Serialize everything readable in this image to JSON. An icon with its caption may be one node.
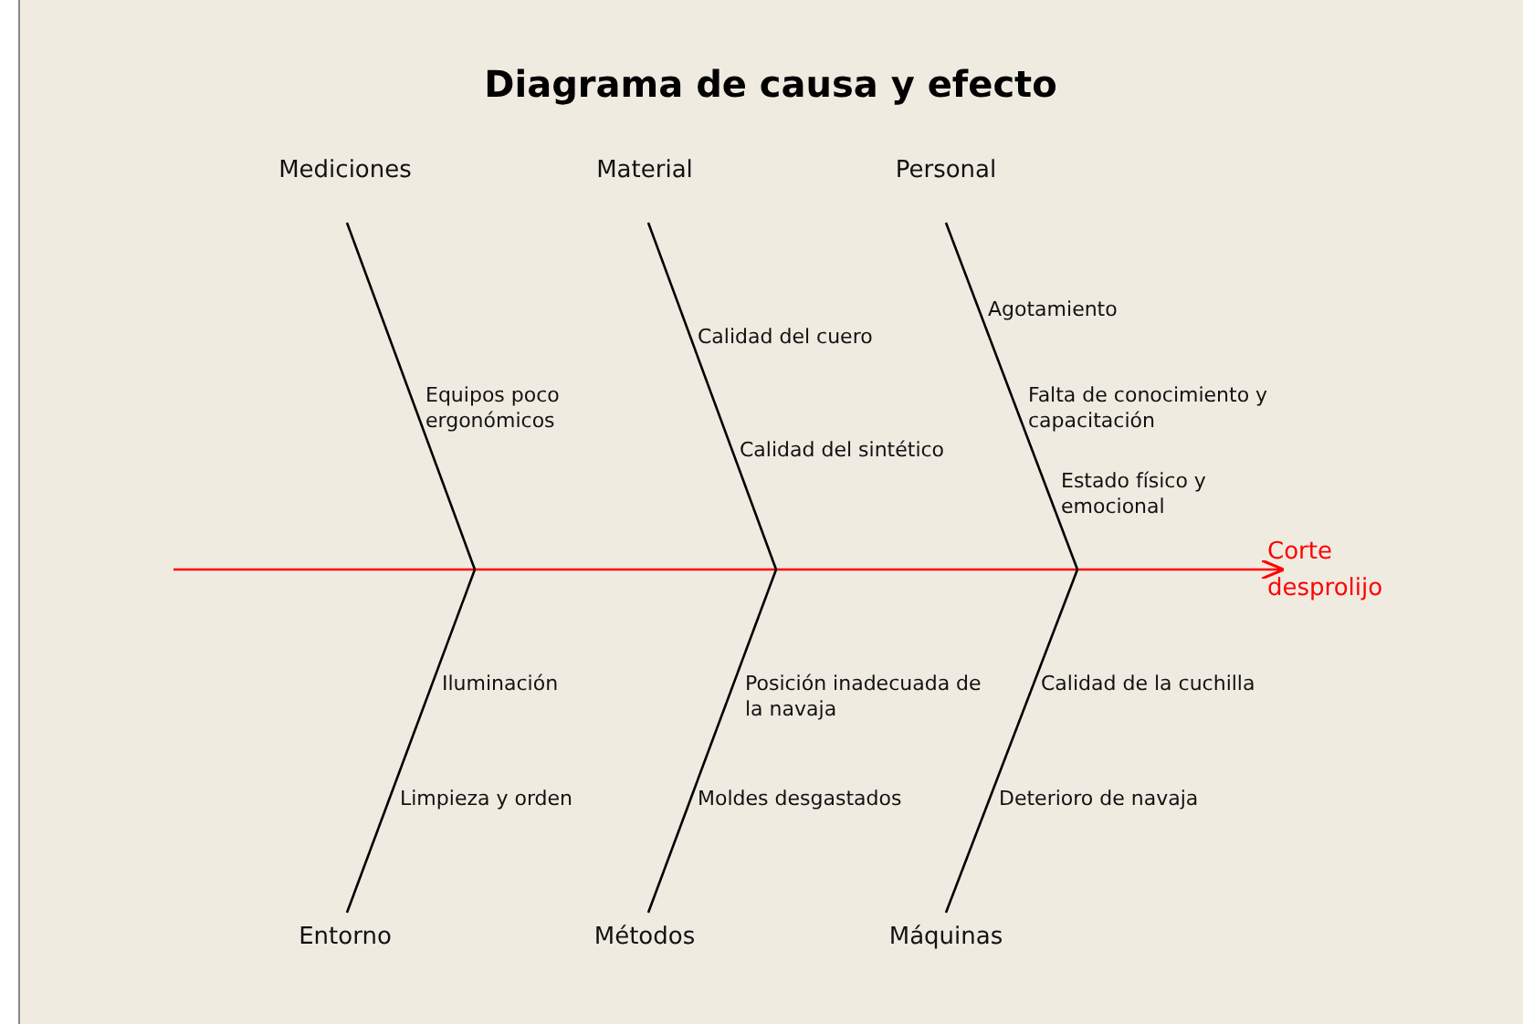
{
  "diagram": {
    "title": "Diagrama de causa y efecto",
    "nodes": [
      {
        "text": [
          "Mediciones"
        ]
      },
      {
        "text": [
          "Material"
        ]
      },
      {
        "text": [
          "Personal"
        ]
      },
      {
        "text": [
          "Entorno"
        ]
      },
      {
        "text": [
          "Métodos"
        ]
      },
      {
        "text": [
          "Máquinas"
        ]
      },
      {
        "text": [
          "Corte desprolijo"
        ]
      }
    ],
    "edges": [
      {
        "from": null,
        "to": 6,
        "arrow": "to",
        "color": "#ff0000"
      },
      {
        "from": 0,
        "to": null,
        "arrow": "none"
      },
      {
        "from": 1,
        "to": null,
        "arrow": "none"
      },
      {
        "from": 2,
        "to": null,
        "arrow": "none"
      },
      {
        "from": 3,
        "to": null,
        "arrow": "none"
      },
      {
        "from": 4,
        "to": null,
        "arrow": "none"
      },
      {
        "from": 5,
        "to": null,
        "arrow": "none"
      }
    ],
    "labels": [
      "Agotamiento",
      "Calidad del cuero",
      "Equipos poco ergonómicos",
      "Falta de conocimiento y capacitación",
      "Calidad del sintético",
      "Estado físico y emocional",
      "Posición inadecuada de la navaja",
      "Iluminación",
      "Calidad de la cuchilla",
      "Limpieza y orden",
      "Moldes desgastados",
      "Deterioro de navaja"
    ]
  }
}
